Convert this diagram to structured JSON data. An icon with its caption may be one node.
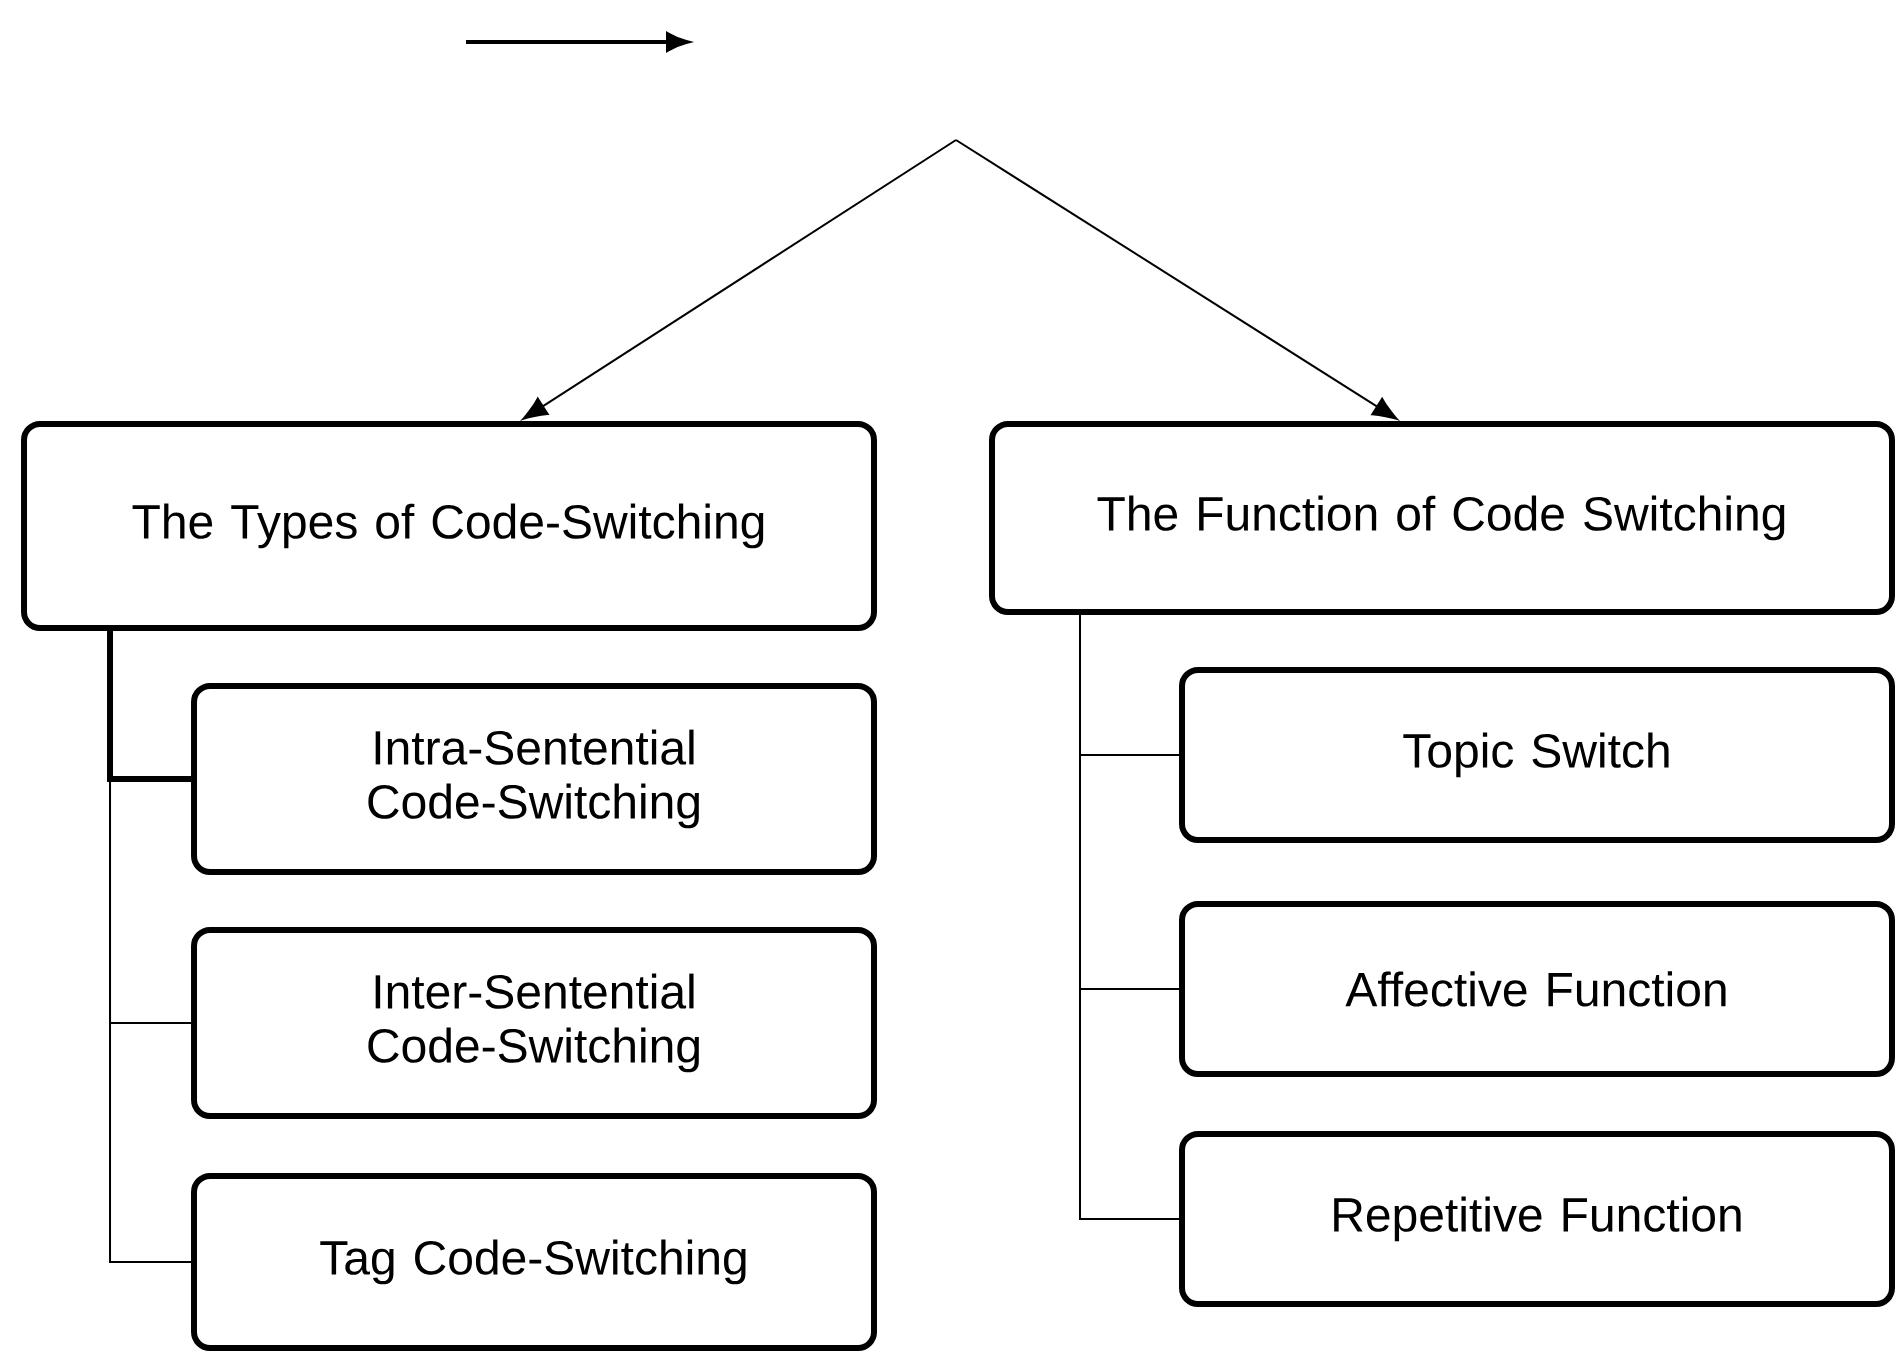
{
  "diagram": {
    "nodes": [
      {
        "text": [
          "The Types of Code-Switching"
        ]
      },
      {
        "text": [
          "The Function of Code Switching"
        ]
      },
      {
        "text": [
          "Intra-Sentential Code-Switching"
        ]
      },
      {
        "text": [
          "Inter-Sentential Code-Switching"
        ]
      },
      {
        "text": [
          "Tag Code-Switching"
        ]
      },
      {
        "text": [
          "Topic Switch"
        ]
      },
      {
        "text": [
          "Affective Function"
        ]
      },
      {
        "text": [
          "Repetitive Function"
        ]
      }
    ],
    "edges": [
      {
        "from": null,
        "to": 0,
        "arrow": "to"
      },
      {
        "from": null,
        "to": 1,
        "arrow": "to"
      },
      {
        "from": 0,
        "to": 2,
        "arrow": "none",
        "style": "thick"
      },
      {
        "from": 0,
        "to": 3,
        "arrow": "none"
      },
      {
        "from": 0,
        "to": 4,
        "arrow": "none"
      },
      {
        "from": 1,
        "to": 5,
        "arrow": "none"
      },
      {
        "from": 1,
        "to": 6,
        "arrow": "none"
      },
      {
        "from": 1,
        "to": 7,
        "arrow": "none"
      }
    ]
  }
}
